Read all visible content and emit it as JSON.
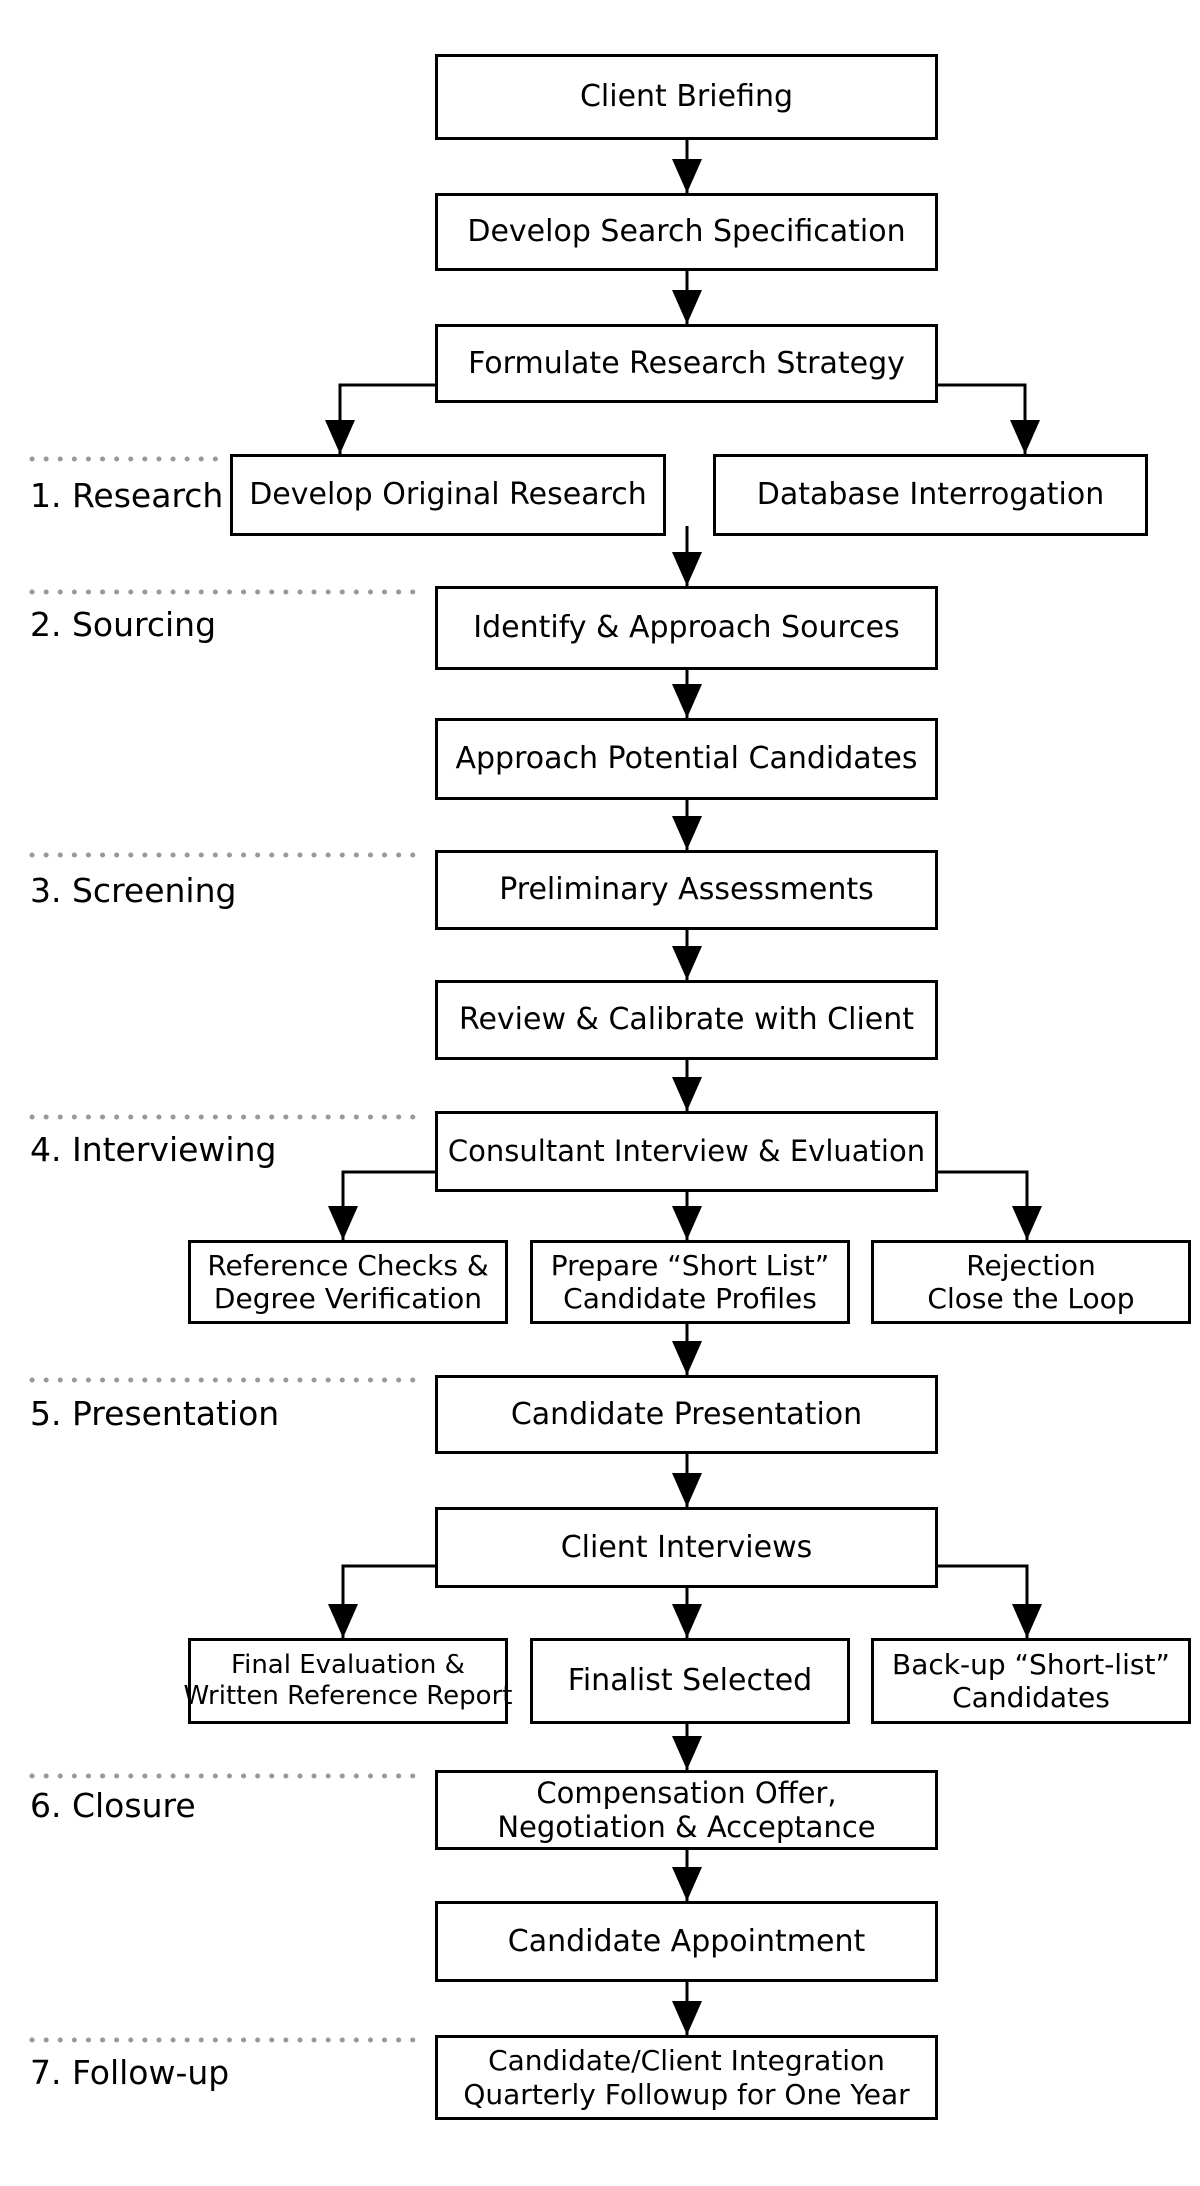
{
  "stages": [
    {
      "label": "1. Research"
    },
    {
      "label": "2. Sourcing"
    },
    {
      "label": "3. Screening"
    },
    {
      "label": "4. Interviewing"
    },
    {
      "label": "5. Presentation"
    },
    {
      "label": "6. Closure"
    },
    {
      "label": "7. Follow-up"
    }
  ],
  "steps": {
    "client_briefing": [
      "Client Briefing"
    ],
    "develop_search_spec": [
      "Develop Search Specification"
    ],
    "formulate_strategy": [
      "Formulate Research Strategy"
    ],
    "original_research": [
      "Develop Original Research"
    ],
    "database_interrogation": [
      "Database Interrogation"
    ],
    "identify_sources": [
      "Identify & Approach Sources"
    ],
    "approach_candidates": [
      "Approach Potential Candidates"
    ],
    "preliminary_assessments": [
      "Preliminary Assessments"
    ],
    "review_calibrate": [
      "Review & Calibrate with Client"
    ],
    "consultant_interview": [
      "Consultant Interview & Evluation"
    ],
    "reference_checks": [
      "Reference Checks &",
      "Degree Verification"
    ],
    "short_list_profiles": [
      "Prepare “Short List”",
      "Candidate Profiles"
    ],
    "rejection": [
      "Rejection",
      "Close the Loop"
    ],
    "candidate_presentation": [
      "Candidate Presentation"
    ],
    "client_interviews": [
      "Client Interviews"
    ],
    "final_evaluation": [
      "Final Evaluation &",
      "Written Reference Report"
    ],
    "finalist_selected": [
      "Finalist Selected"
    ],
    "backup_shortlist": [
      "Back-up “Short-list”",
      "Candidates"
    ],
    "compensation_offer": [
      "Compensation Offer,",
      "Negotiation & Acceptance"
    ],
    "candidate_appointment": [
      "Candidate Appointment"
    ],
    "integration_followup": [
      "Candidate/Client Integration",
      "Quarterly Followup for One Year"
    ]
  }
}
